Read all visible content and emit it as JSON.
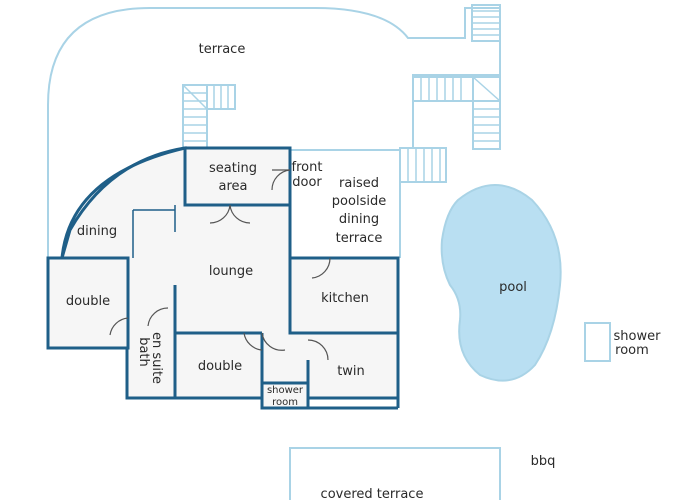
{
  "labels": {
    "terrace": "terrace",
    "seating_1": "seating",
    "seating_2": "area",
    "front_1": "front",
    "front_2": "door",
    "raised_1": "raised",
    "raised_2": "poolside",
    "raised_3": "dining",
    "raised_4": "terrace",
    "dining": "dining",
    "lounge": "lounge",
    "double_left": "double",
    "kitchen": "kitchen",
    "pool": "pool",
    "shower_room_1": "shower",
    "shower_room_2": "room",
    "ensuite_1": "en suite",
    "ensuite_2": "bath",
    "double_bottom": "double",
    "twin": "twin",
    "small_shower_1": "shower",
    "small_shower_2": "room",
    "bbq": "bbq",
    "covered_terrace": "covered terrace"
  },
  "colors": {
    "wall": "#1f5f88",
    "light_outline": "#a9d3e6",
    "pool_fill": "#b9dff2",
    "room_fill": "#f6f6f6"
  }
}
